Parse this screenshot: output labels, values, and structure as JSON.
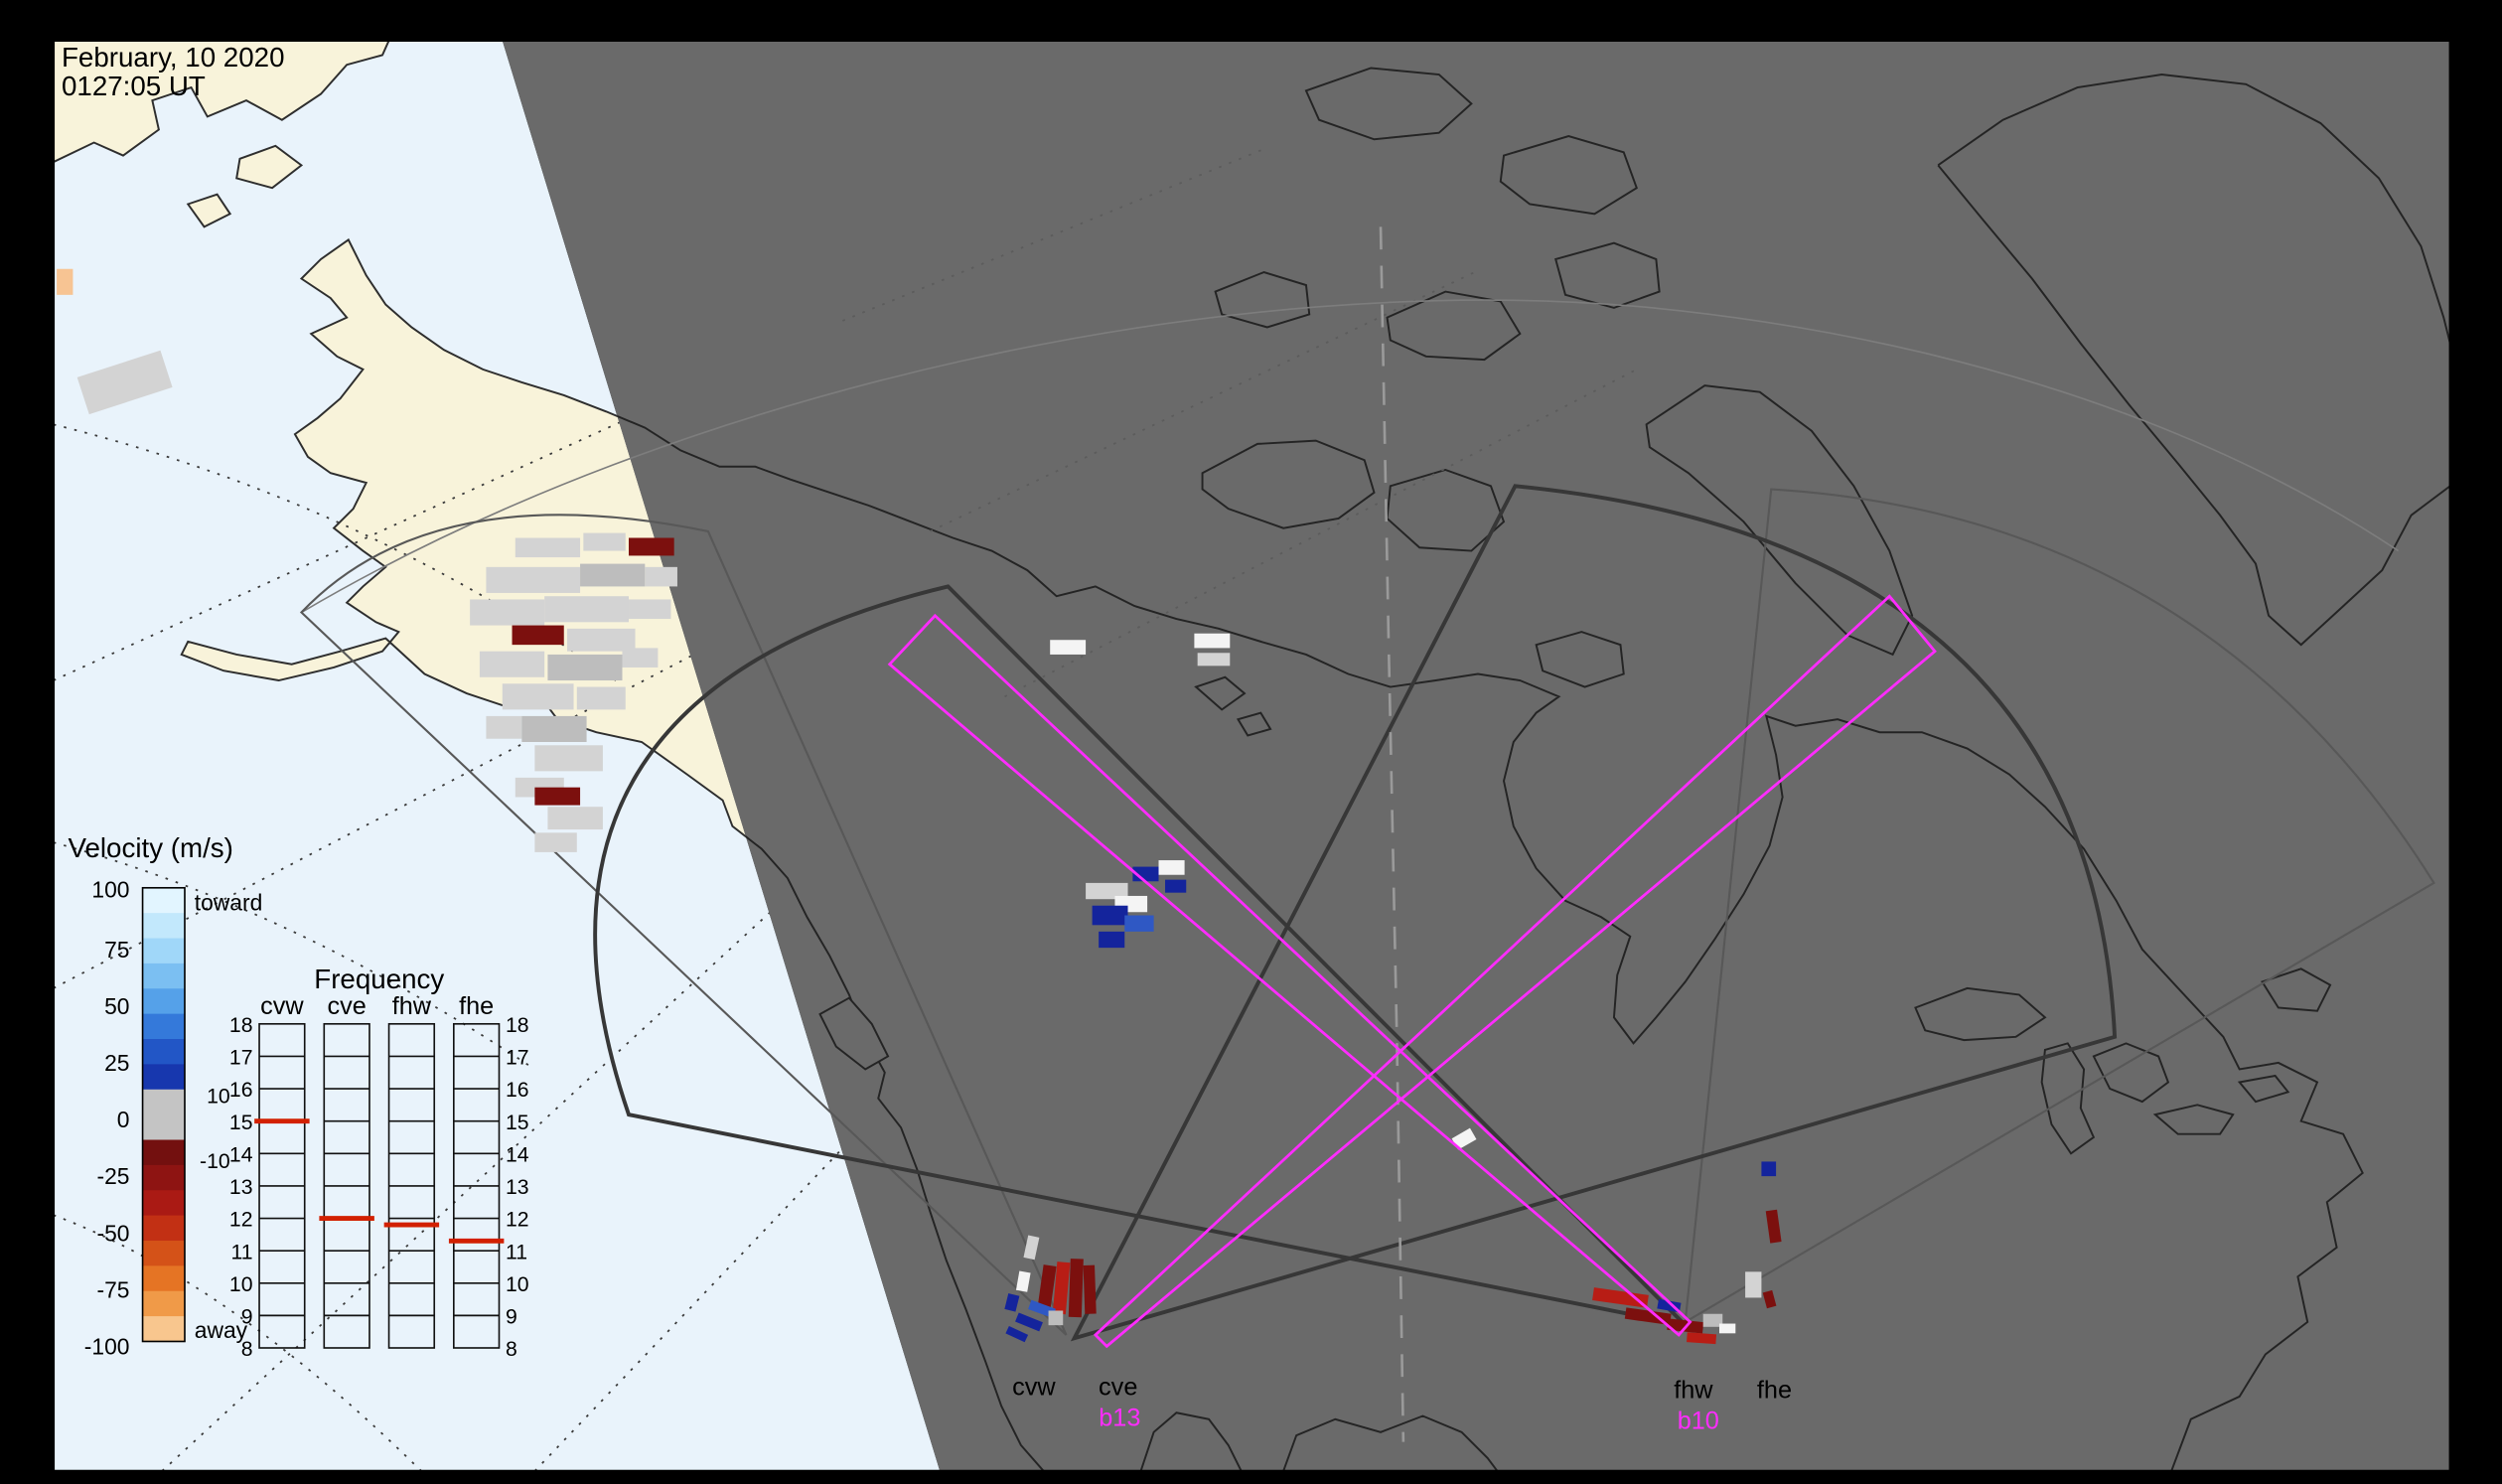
{
  "header": {
    "date_line1": "February, 10 2020",
    "date_line2": "0127:05 UT"
  },
  "velocity_legend": {
    "title": "Velocity (m/s)",
    "toward_label": "toward",
    "away_label": "away",
    "tick_labels": [
      "100",
      "75",
      "50",
      "25",
      "0",
      "-25",
      "-50",
      "-75",
      "-100"
    ],
    "colors": [
      "#e2f5ff",
      "#c2e8fc",
      "#a0d7f9",
      "#7bbff2",
      "#55a1e9",
      "#3479da",
      "#2256c6",
      "#1737ae",
      "#c4c4c4",
      "#c4c4c4",
      "#73100f",
      "#8e1412",
      "#aa1a14",
      "#c23014",
      "#d45218",
      "#e57424",
      "#f09a48",
      "#f8c68e"
    ]
  },
  "frequency_panel": {
    "title": "Frequency",
    "columns": [
      {
        "label": "cvw",
        "value": 15.0
      },
      {
        "label": "cve",
        "value": 12.0
      },
      {
        "label": "fhw",
        "value": 11.8
      },
      {
        "label": "fhe",
        "value": 11.3
      }
    ],
    "scale_labels": [
      "18",
      "17",
      "16",
      "15",
      "14",
      "13",
      "12",
      "11",
      "10",
      "9",
      "8"
    ],
    "secondary_labels": [
      "10",
      "-10"
    ],
    "mark_color": "#d22000"
  },
  "radar_labels": {
    "cvw": "cvw",
    "cve": "cve",
    "fhw": "fhw",
    "fhe": "fhe",
    "b13": "b13",
    "b10": "b10"
  },
  "map_colors": {
    "day_ocean": "#e9f3fb",
    "day_land": "#f8f3da",
    "night": "#6a6a6a",
    "coast_day": "#2e2e2e",
    "coast_night": "#242424",
    "beam_accent": "#ff2cff",
    "fov_dark": "#373737",
    "fov_light": "#585858",
    "terminator_dash": "#9a9a9a",
    "frame": "#000000"
  },
  "scatter_colors": {
    "lg": "#d3d3d3",
    "gy": "#bdbdbd",
    "wh": "#f4f4f4",
    "dr": "#7c100e",
    "rd": "#b81d15",
    "nv": "#14249c",
    "bl": "#2f58c4",
    "pe": "#f7c493"
  },
  "scatter": [
    [
      35,
      166,
      10,
      16,
      "pe",
      0
    ],
    [
      50,
      224,
      54,
      24,
      "lg",
      -18
    ],
    [
      318,
      332,
      40,
      12,
      "lg",
      0
    ],
    [
      360,
      329,
      26,
      11,
      "lg",
      0
    ],
    [
      388,
      332,
      28,
      11,
      "dr",
      0
    ],
    [
      300,
      350,
      58,
      16,
      "lg",
      0
    ],
    [
      358,
      348,
      40,
      14,
      "gy",
      0
    ],
    [
      398,
      350,
      20,
      12,
      "lg",
      0
    ],
    [
      290,
      370,
      46,
      16,
      "lg",
      0
    ],
    [
      336,
      368,
      52,
      16,
      "lg",
      0
    ],
    [
      388,
      370,
      26,
      12,
      "lg",
      0
    ],
    [
      316,
      386,
      32,
      12,
      "dr",
      0
    ],
    [
      350,
      388,
      42,
      14,
      "lg",
      0
    ],
    [
      296,
      402,
      40,
      16,
      "lg",
      0
    ],
    [
      338,
      404,
      46,
      16,
      "gy",
      0
    ],
    [
      384,
      400,
      22,
      12,
      "lg",
      0
    ],
    [
      310,
      422,
      44,
      16,
      "lg",
      0
    ],
    [
      356,
      424,
      30,
      14,
      "lg",
      0
    ],
    [
      300,
      442,
      22,
      14,
      "lg",
      0
    ],
    [
      322,
      442,
      40,
      16,
      "gy",
      0
    ],
    [
      330,
      460,
      42,
      16,
      "lg",
      0
    ],
    [
      318,
      480,
      30,
      12,
      "lg",
      0
    ],
    [
      330,
      486,
      28,
      11,
      "dr",
      0
    ],
    [
      338,
      498,
      34,
      14,
      "lg",
      0
    ],
    [
      330,
      514,
      26,
      12,
      "lg",
      0
    ],
    [
      648,
      395,
      22,
      9,
      "wh",
      0
    ],
    [
      737,
      391,
      22,
      9,
      "wh",
      0
    ],
    [
      739,
      403,
      20,
      8,
      "lg",
      0
    ],
    [
      699,
      535,
      16,
      9,
      "nv",
      0
    ],
    [
      715,
      531,
      16,
      9,
      "wh",
      0
    ],
    [
      719,
      543,
      13,
      8,
      "nv",
      0
    ],
    [
      670,
      545,
      26,
      10,
      "lg",
      0
    ],
    [
      688,
      553,
      20,
      10,
      "wh",
      0
    ],
    [
      674,
      559,
      22,
      12,
      "nv",
      0
    ],
    [
      694,
      565,
      18,
      10,
      "bl",
      0
    ],
    [
      678,
      575,
      16,
      10,
      "nv",
      0
    ],
    [
      897,
      699,
      13,
      8,
      "wh",
      -30
    ],
    [
      633,
      763,
      7,
      14,
      "lg",
      12
    ],
    [
      628,
      785,
      7,
      12,
      "wh",
      10
    ],
    [
      642,
      781,
      8,
      28,
      "dr",
      8
    ],
    [
      651,
      779,
      8,
      32,
      "rd",
      5
    ],
    [
      660,
      777,
      8,
      36,
      "dr",
      2
    ],
    [
      669,
      781,
      7,
      30,
      "dr",
      -2
    ],
    [
      621,
      799,
      7,
      10,
      "nv",
      14
    ],
    [
      635,
      805,
      16,
      6,
      "bl",
      20
    ],
    [
      627,
      813,
      16,
      6,
      "nv",
      22
    ],
    [
      621,
      821,
      13,
      5,
      "nv",
      25
    ],
    [
      647,
      809,
      9,
      9,
      "gy",
      0
    ],
    [
      1087,
      717,
      9,
      9,
      "nv",
      0
    ],
    [
      1091,
      747,
      7,
      20,
      "dr",
      -8
    ],
    [
      1077,
      785,
      10,
      16,
      "lg",
      0
    ],
    [
      1089,
      797,
      6,
      10,
      "dr",
      -15
    ],
    [
      983,
      797,
      34,
      8,
      "rd",
      8
    ],
    [
      1003,
      809,
      28,
      7,
      "dr",
      8
    ],
    [
      1023,
      803,
      14,
      6,
      "nv",
      10
    ],
    [
      1029,
      815,
      22,
      7,
      "dr",
      6
    ],
    [
      1051,
      811,
      12,
      8,
      "gy",
      0
    ],
    [
      1041,
      823,
      18,
      6,
      "rd",
      4
    ],
    [
      1061,
      817,
      10,
      6,
      "wh",
      0
    ]
  ]
}
